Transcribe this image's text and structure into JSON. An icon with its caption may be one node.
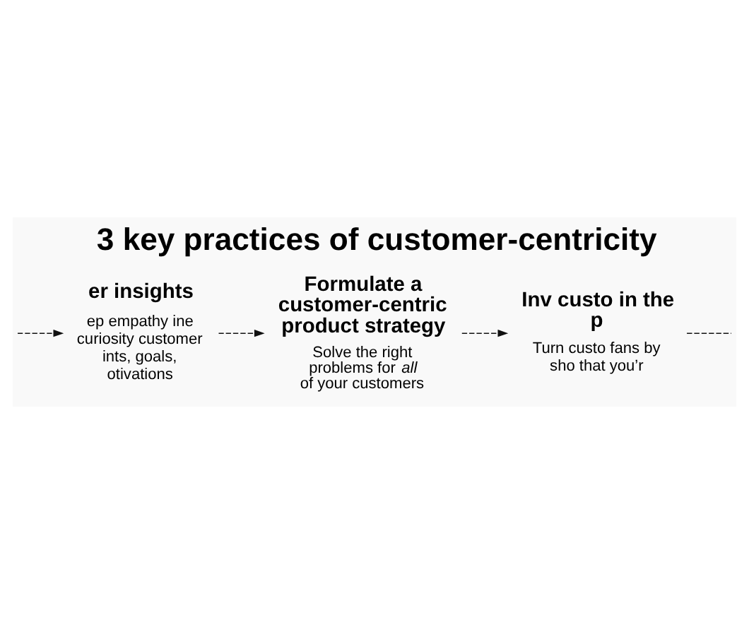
{
  "diagram": {
    "title": "3 key practices of customer-centricity",
    "nodes": [
      {
        "text": [
          "er insights",
          "ep empathy ine curiosity customer ints, goals, otivations"
        ]
      },
      {
        "text": [
          "Formulate a customer-centric product strategy",
          "Solve the right problems for *all* of your customers"
        ]
      },
      {
        "text": [
          "Inv custo in the p",
          "Turn custo fans by sho that you’r"
        ]
      }
    ],
    "edges": [
      {
        "from": null,
        "to": 0,
        "arrow": "to",
        "style": "dashed"
      },
      {
        "from": 0,
        "to": 1,
        "arrow": "to",
        "style": "dashed"
      },
      {
        "from": 1,
        "to": 2,
        "arrow": "to",
        "style": "dashed"
      },
      {
        "from": 2,
        "to": null,
        "arrow": "none",
        "style": "dashed"
      }
    ]
  }
}
